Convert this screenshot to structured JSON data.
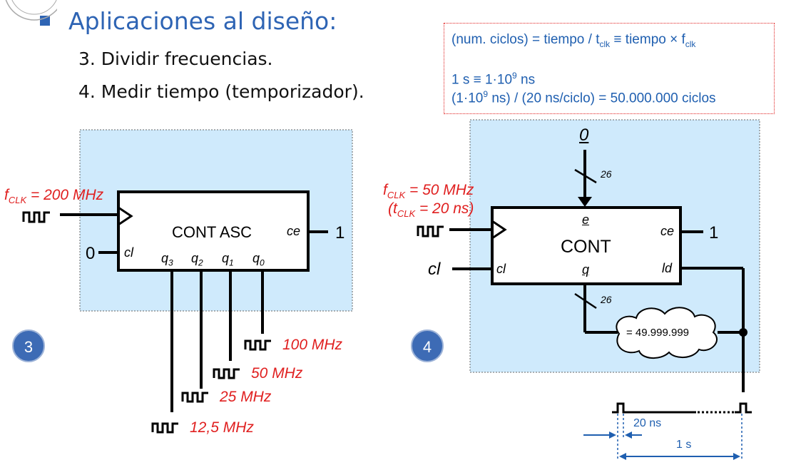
{
  "header": {
    "title": "Aplicaciones al diseño:",
    "items": [
      "3. Dividir frecuencias.",
      "4. Medir tiempo (temporizador)."
    ]
  },
  "formula_box": {
    "line1_a": "(num. ciclos) = tiempo / t",
    "line1_sub1": "clk",
    "line1_b": " ≡ tiempo × f",
    "line1_sub2": "clk",
    "line2_a": "1 s ≡ 1·10",
    "line2_sup": "9",
    "line2_b": " ns",
    "line3_a": "(1·10",
    "line3_sup": "9",
    "line3_b": " ns) / (20 ns/ciclo) = 50.000.000 ciclos"
  },
  "diagram3": {
    "badge": "3",
    "fclk_f": "f",
    "fclk_sub": "CLK",
    "fclk_rest": " = 200 MHz",
    "block_label": "CONT ASC",
    "ce_pin": "ce",
    "ce_value": "1",
    "cl_pin": "cl",
    "cl_value": "0",
    "outputs": [
      {
        "pin": "q",
        "sub": "3",
        "freq": "12,5 MHz"
      },
      {
        "pin": "q",
        "sub": "2",
        "freq": "25 MHz"
      },
      {
        "pin": "q",
        "sub": "1",
        "freq": "50 MHz"
      },
      {
        "pin": "q",
        "sub": "0",
        "freq": "100 MHz"
      }
    ]
  },
  "diagram4": {
    "badge": "4",
    "fclk_line1_f": "f",
    "fclk_line1_sub": "CLK",
    "fclk_line1_rest": " = 50 MHz",
    "fclk_line2_open": "(t",
    "fclk_line2_sub": "CLK",
    "fclk_line2_rest": " = 20 ns)",
    "top_input": "0",
    "bus_width_top": "26",
    "bus_width_bottom": "26",
    "block_label": "CONT",
    "e_pin": "e",
    "ce_pin": "ce",
    "ce_value": "1",
    "cl_pin": "cl",
    "cl_input": "cl",
    "q_pin": "q",
    "ld_pin": "ld",
    "comparator": "= 49.999.999",
    "timing_20ns": "20 ns",
    "timing_1s": "1 s"
  }
}
